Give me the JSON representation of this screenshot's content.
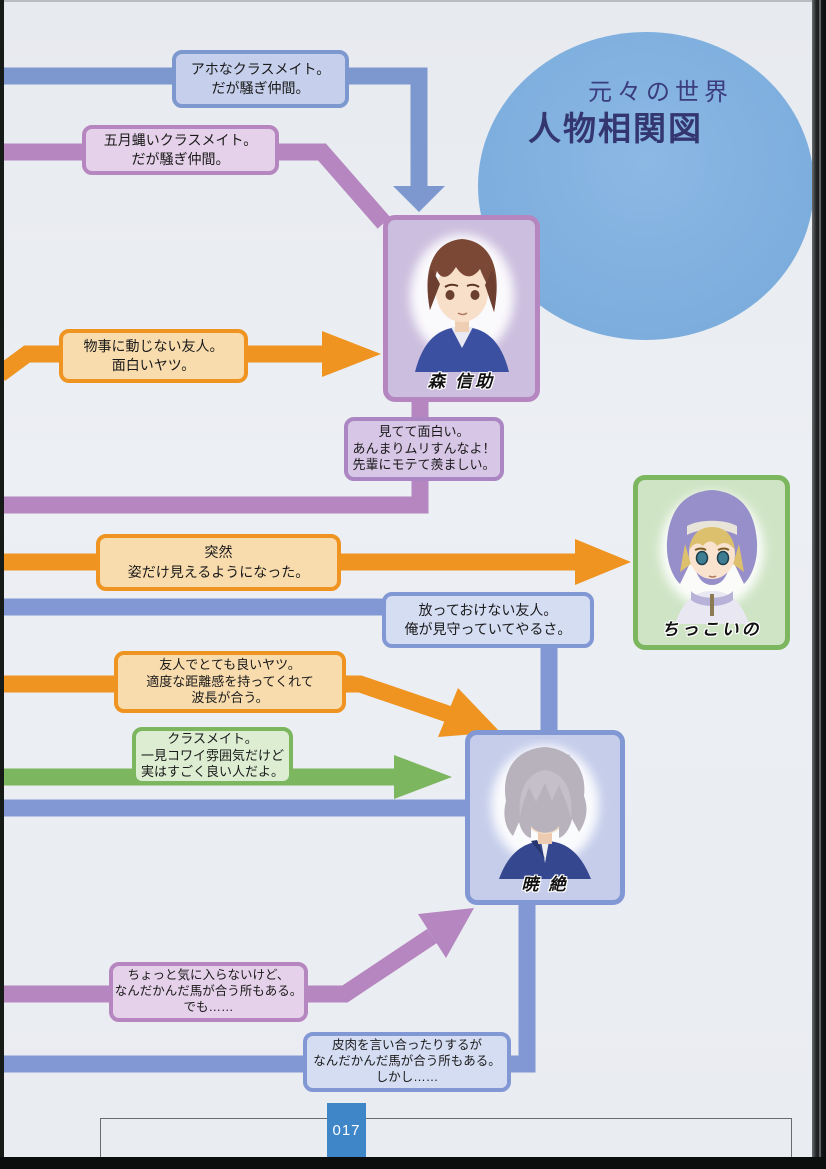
{
  "header": {
    "title_line1": "元々の世界",
    "title_line2": "人物相関図"
  },
  "characters": {
    "mori": {
      "name": "森 信助"
    },
    "chikkoino": {
      "name": "ちっこいの"
    },
    "zetsu": {
      "name": "暁 絶"
    }
  },
  "labels": {
    "aho": {
      "l1": "アホなクラスメイト。",
      "l2": "だが騒ぎ仲間。"
    },
    "urusai": {
      "l1": "五月蝿いクラスメイト。",
      "l2": "だが騒ぎ仲間。"
    },
    "monogoto": {
      "l1": "物事に動じない友人。",
      "l2": "面白いヤツ。"
    },
    "mitete": {
      "l1": "見てて面白い。",
      "l2": "あんまりムリすんなよ！",
      "l3": "先輩にモテて羨ましい。"
    },
    "totsuzen": {
      "l1": "突然",
      "l2": "姿だけ見えるようになった。"
    },
    "hanatte": {
      "l1": "放っておけない友人。",
      "l2": "俺が見守っていてやるさ。"
    },
    "yuujin": {
      "l1": "友人でとても良いヤツ。",
      "l2": "適度な距離感を持ってくれて",
      "l3": "波長が合う。"
    },
    "classmate": {
      "l1": "クラスメイト。",
      "l2": "一見コワイ雰囲気だけど",
      "l3": "実はすごく良い人だよ。"
    },
    "chotto": {
      "l1": "ちょっと気に入らないけど、",
      "l2": "なんだかんだ馬が合う所もある。",
      "l3": "でも……"
    },
    "hiniku": {
      "l1": "皮肉を言い合ったりするが",
      "l2": "なんだかんだ馬が合う所もある。",
      "l3": "しかし……"
    }
  },
  "footer": {
    "page_number": "017"
  },
  "colors": {
    "page_bg": "#e9ecf1",
    "circle_blue": "#7fafde",
    "title_text": "#34366f",
    "line_blue": "#7d97cf",
    "line_zetsu_blue": "#8298d4",
    "line_purple": "#b586bf",
    "line_orange": "#ef9321",
    "line_green": "#7cb65f",
    "mori_card_border": "#b586bf",
    "chikkoino_card_border": "#7cb65f",
    "zetsu_card_border": "#8298d4",
    "page_number_bg": "#3f86c9"
  }
}
